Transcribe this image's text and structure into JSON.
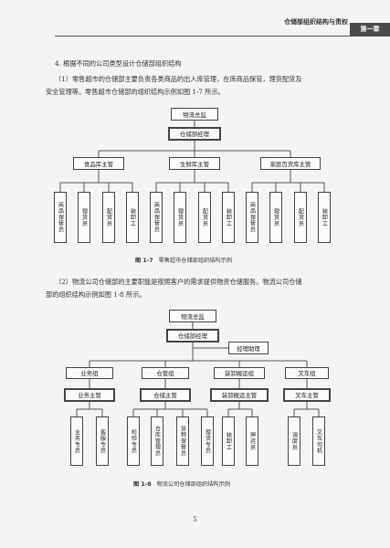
{
  "header": {
    "title": "仓储部组织结构与责权",
    "chapter": "第一章"
  },
  "section": {
    "heading": "4. 根据不同的公司类型设计仓储部组织结构",
    "para1_line1": "（1）零售超市的仓储部主要负责各类商品的出入库管理，在库商品保管，理货配货及",
    "para1_line2": "安全管理等。零售超市仓储部的组织结构示例如图 1-7 所示。",
    "para2_line1": "（2）物流公司仓储部的主要职能是按照客户的需求提供物资仓储服务。物流公司仓储",
    "para2_line2": "部的组织结构示例如图 1-8 所示。"
  },
  "figure1": {
    "top": "物流总监",
    "manager": "仓储部经理",
    "groups": [
      {
        "head": "食品库主管",
        "staff": [
          "商品保管员",
          "理货员",
          "配货员",
          "装卸工"
        ]
      },
      {
        "head": "生鲜库主管",
        "staff": [
          "商品保管员",
          "理货员",
          "配货员",
          "装卸工"
        ]
      },
      {
        "head": "家庭百货库主管",
        "staff": [
          "商品保管员",
          "理货员",
          "配货员",
          "装卸工"
        ]
      }
    ],
    "caption_num": "图 1-7",
    "caption_text": "零售超市仓储部组织结构示例"
  },
  "figure2": {
    "top": "物流总监",
    "manager": "仓储部经理",
    "assistant": "经理助理",
    "groups": [
      {
        "group": "业务组",
        "head": "业务主管",
        "staff": [
          "业务专员",
          "客服专员"
        ]
      },
      {
        "group": "仓管组",
        "head": "仓储主管",
        "staff": [
          "检验专员",
          "仓库管理员",
          "货物保管员",
          "理货专员"
        ]
      },
      {
        "group": "装卸搬运组",
        "head": "装卸搬运主管",
        "staff": [
          "装卸工",
          "押运员"
        ]
      },
      {
        "group": "叉车组",
        "head": "叉车主管",
        "staff": [
          "调度员",
          "叉车司机"
        ]
      }
    ],
    "caption_num": "图 1-8",
    "caption_text": "物流公司仓储部组织结构示例"
  },
  "page_number": "5"
}
